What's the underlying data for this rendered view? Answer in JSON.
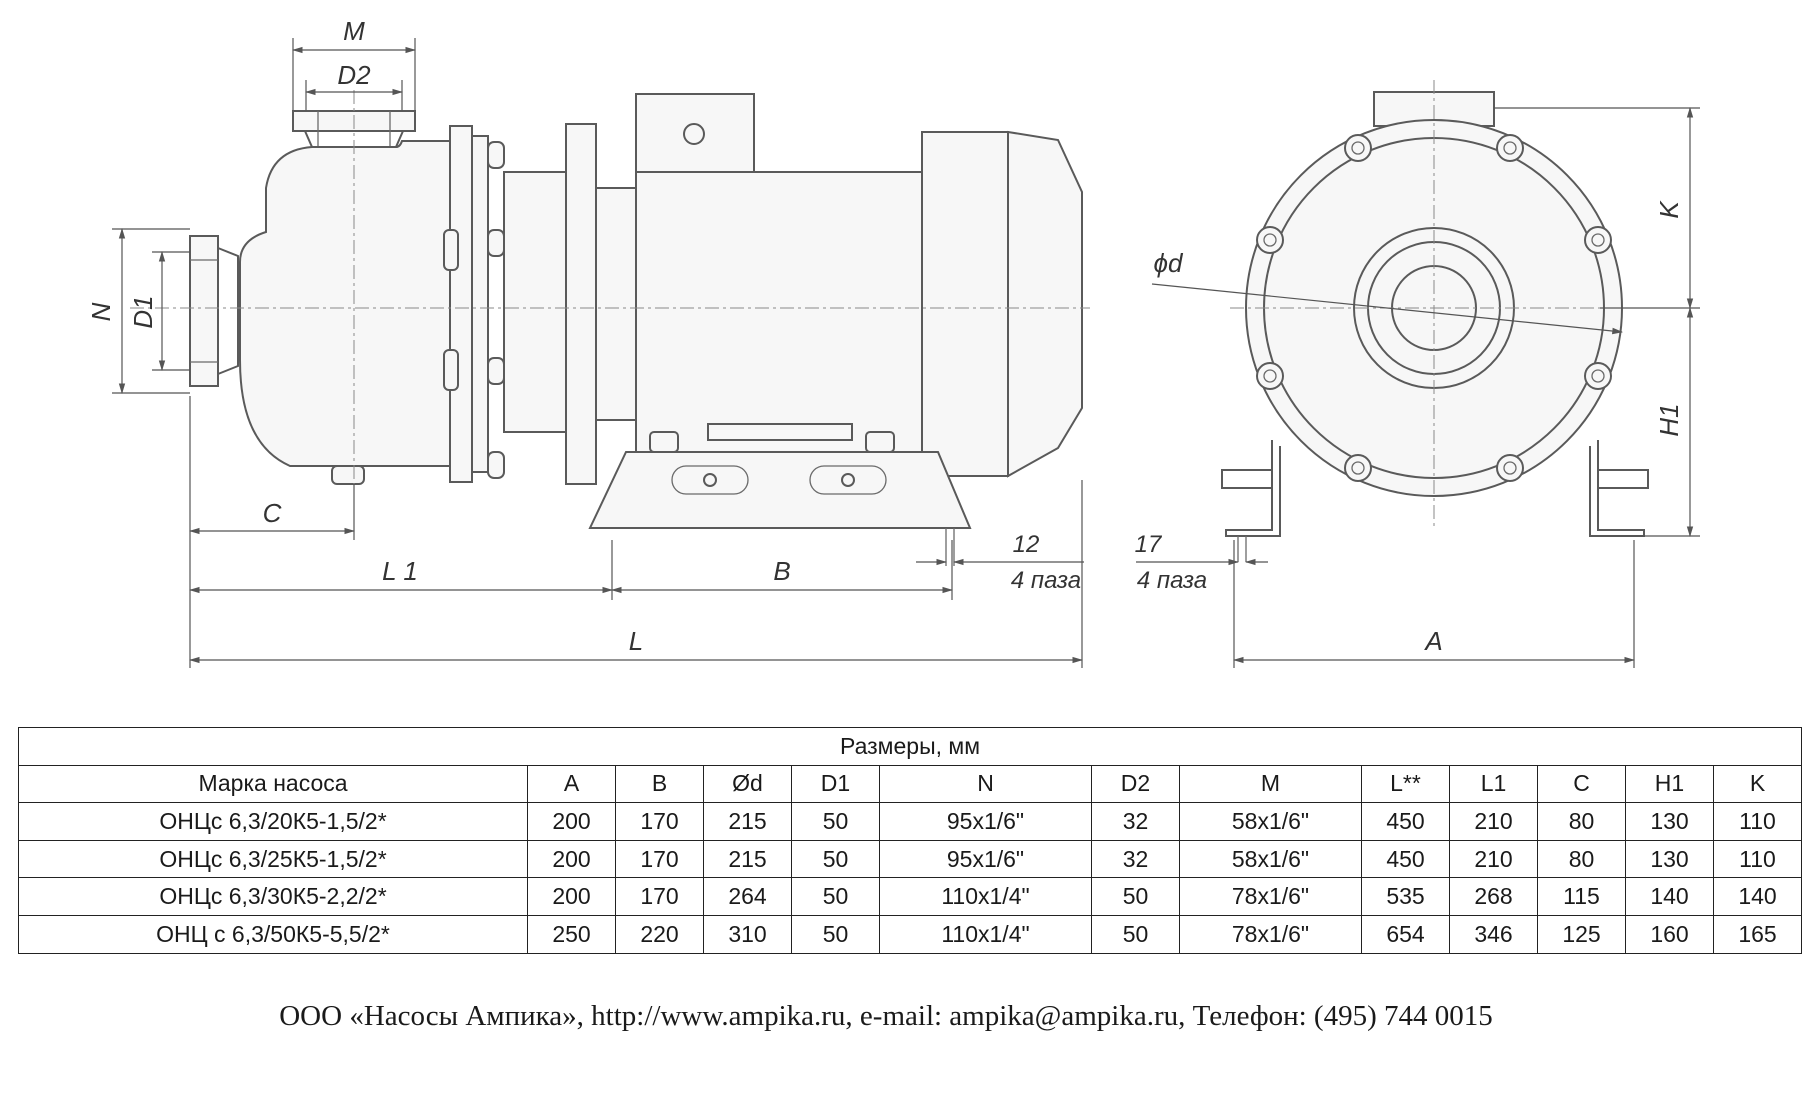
{
  "drawing": {
    "labels": {
      "M": "M",
      "D2": "D2",
      "N": "N",
      "D1": "D1",
      "C": "C",
      "L1": "L 1",
      "B": "B",
      "L": "L",
      "A": "A",
      "d": "ϕd",
      "K": "K",
      "H1": "H1",
      "slot12": "12",
      "slot17": "17",
      "slots": "4 паза"
    }
  },
  "table": {
    "title": "Размеры, мм",
    "headers": [
      "Марка насоса",
      "A",
      "B",
      "Ød",
      "D1",
      "N",
      "D2",
      "M",
      "L**",
      "L1",
      "C",
      "H1",
      "K"
    ],
    "rows": [
      [
        "ОНЦс 6,3/20К5-1,5/2*",
        "200",
        "170",
        "215",
        "50",
        "95x1/6\"",
        "32",
        "58x1/6\"",
        "450",
        "210",
        "80",
        "130",
        "110"
      ],
      [
        "ОНЦс 6,3/25К5-1,5/2*",
        "200",
        "170",
        "215",
        "50",
        "95x1/6\"",
        "32",
        "58x1/6\"",
        "450",
        "210",
        "80",
        "130",
        "110"
      ],
      [
        "ОНЦс 6,3/30К5-2,2/2*",
        "200",
        "170",
        "264",
        "50",
        "110x1/4\"",
        "50",
        "78x1/6\"",
        "535",
        "268",
        "115",
        "140",
        "140"
      ],
      [
        "ОНЦ с 6,3/50К5-5,5/2*",
        "250",
        "220",
        "310",
        "50",
        "110x1/4\"",
        "50",
        "78x1/6\"",
        "654",
        "346",
        "125",
        "160",
        "165"
      ]
    ]
  },
  "footer": {
    "text": "ООО «Насосы Ампика», http://www.ampika.ru, e-mail: ampika@ampika.ru, Телефон: (495) 744 0015"
  }
}
